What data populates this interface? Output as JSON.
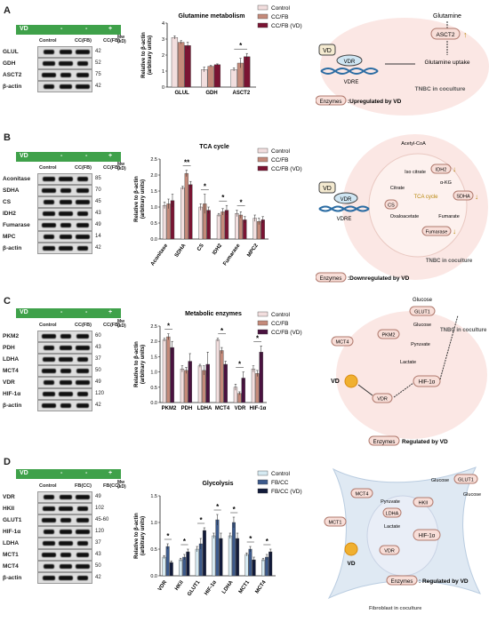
{
  "vd_label": "VD",
  "signs": [
    "-",
    "-",
    "+"
  ],
  "mw_label": "Mw (kD)",
  "panels": [
    {
      "letter": "A",
      "lanes": [
        "Control",
        "CC(FB)",
        "CC(FB)"
      ],
      "blots": [
        {
          "name": "GLUL",
          "kd": "42"
        },
        {
          "name": "GDH",
          "kd": "52"
        },
        {
          "name": "ASCT2",
          "kd": "75"
        },
        {
          "name": "β-actin",
          "kd": "42"
        }
      ],
      "schematic": {
        "top": "Glutamine",
        "transporter": "ASCT2",
        "vd": "VD",
        "vdr": "VDR",
        "vdre": "VDRE",
        "uptake": "Glutamine uptake",
        "context": "TNBC in coculture",
        "legend_box": "Enzymes",
        "legend_text": ":Upregulated by VD"
      }
    },
    {
      "letter": "B",
      "lanes": [
        "Control",
        "CC(FB)",
        "CC(FB)"
      ],
      "blots": [
        {
          "name": "Aconitase",
          "kd": "85"
        },
        {
          "name": "SDHA",
          "kd": "70"
        },
        {
          "name": "CS",
          "kd": "45"
        },
        {
          "name": "IDH2",
          "kd": "43"
        },
        {
          "name": "Fumarase",
          "kd": "49"
        },
        {
          "name": "MPC",
          "kd": "14"
        },
        {
          "name": "β-actin",
          "kd": "42"
        }
      ],
      "schematic": {
        "vd": "VD",
        "vdr": "VDR",
        "vdre": "VDRE",
        "acetyl": "Acetyl-CoA",
        "iso": "Iso citrate",
        "idh2": "IDH2",
        "akg": "α-KG",
        "citrate": "Citrate",
        "tca": "TCA cycle",
        "sdha": "SDHA",
        "cs": "CS",
        "oaa": "Oxaloacetate",
        "fumarate": "Fumarate",
        "fumarase": "Fumarase",
        "context": "TNBC in coculture",
        "legend_box": "Enzymes",
        "legend_text": ":Downregulated by VD"
      }
    },
    {
      "letter": "C",
      "lanes": [
        "Control",
        "CC(FB)",
        "CC(FB)"
      ],
      "blots": [
        {
          "name": "PKM2",
          "kd": "60"
        },
        {
          "name": "PDH",
          "kd": "43"
        },
        {
          "name": "LDHA",
          "kd": "37"
        },
        {
          "name": "MCT4",
          "kd": "50"
        },
        {
          "name": "VDR",
          "kd": "49"
        },
        {
          "name": "HIF-1α",
          "kd": "120"
        },
        {
          "name": "β-actin",
          "kd": "42"
        }
      ],
      "schematic": {
        "glucose_top": "Glucose",
        "glut1": "GLUT1",
        "glucose": "Glucose",
        "pkm2": "PKM2",
        "mct4": "MCT4",
        "pyruvate": "Pyruvate",
        "lactate": "Lactate",
        "vd": "VD",
        "vdr": "VDR",
        "hif": "HIF-1α",
        "context": "TNBC in coculture",
        "legend_box": "Enzymes",
        "legend_text": "Regulated by VD"
      }
    },
    {
      "letter": "D",
      "lanes": [
        "Control",
        "FB(CC)",
        "FB(CC)"
      ],
      "blots": [
        {
          "name": "VDR",
          "kd": "49"
        },
        {
          "name": "HKII",
          "kd": "102"
        },
        {
          "name": "GLUT1",
          "kd": "45-60"
        },
        {
          "name": "HIF-1α",
          "kd": "120"
        },
        {
          "name": "LDHA",
          "kd": "37"
        },
        {
          "name": "MCT1",
          "kd": "43"
        },
        {
          "name": "MCT4",
          "kd": "50"
        },
        {
          "name": "β-actin",
          "kd": "42"
        }
      ],
      "schematic": {
        "mct4": "MCT4",
        "glucose1": "Glucose",
        "glut1": "GLUT1",
        "glucose2": "Glucose",
        "hkii": "HKII",
        "pyruvate": "Pyruvate",
        "ldha": "LDHA",
        "lactate": "Lactate",
        "mct1": "MCT1",
        "vd": "VD",
        "vdr": "VDR",
        "hif": "HIF-1α",
        "context": "Fibroblast in coculture",
        "legend_box": "Enzymes",
        "legend_text": ": Regulated by VD"
      }
    }
  ],
  "chart_data": [
    {
      "type": "bar",
      "title": "Glutamine metabolism",
      "ylabel": "Relative to β-actin (arbitrary units)",
      "categories": [
        "GLUL",
        "GDH",
        "ASCT2"
      ],
      "ylim": [
        0,
        4
      ],
      "yticks": [
        "0",
        "1",
        "2",
        "3",
        "4"
      ],
      "series": [
        {
          "name": "Control",
          "values": [
            3.1,
            1.1,
            1.1
          ]
        },
        {
          "name": "CC/FB",
          "values": [
            2.8,
            1.3,
            1.5
          ]
        },
        {
          "name": "CC/FB (VD)",
          "values": [
            2.6,
            1.4,
            1.9
          ]
        }
      ],
      "errors": [
        [
          0.1,
          0.15,
          0.1
        ],
        [
          0.1,
          0.05,
          0.3
        ],
        [
          0.2,
          0.05,
          0.2
        ]
      ],
      "significance": [
        {
          "category": "ASCT2",
          "label": "*"
        }
      ],
      "colors": [
        "#f2dede",
        "#c48a7a",
        "#7a1433"
      ],
      "legend_position": "top-right"
    },
    {
      "type": "bar",
      "title": "TCA cycle",
      "ylabel": "Relative to β-actin (arbitrary units)",
      "categories": [
        "Aconitase",
        "SDHA",
        "CS",
        "IDH2",
        "Fumarase",
        "MPC2"
      ],
      "ylim": [
        0,
        2.5
      ],
      "yticks": [
        "0.0",
        "0.5",
        "1.0",
        "1.5",
        "2.0",
        "2.5"
      ],
      "series": [
        {
          "name": "Control",
          "values": [
            1.05,
            1.6,
            1.0,
            0.75,
            0.8,
            0.65
          ]
        },
        {
          "name": "CC/FB",
          "values": [
            1.1,
            2.05,
            1.1,
            0.85,
            0.75,
            0.55
          ]
        },
        {
          "name": "CC/FB (VD)",
          "values": [
            1.2,
            1.7,
            0.9,
            0.9,
            0.6,
            0.6
          ]
        }
      ],
      "errors": [
        [
          0.1,
          0.05,
          0.1,
          0.05,
          0.1,
          0.1
        ],
        [
          0.15,
          0.1,
          0.3,
          0.1,
          0.1,
          0.1
        ],
        [
          0.2,
          0.1,
          0.1,
          0.15,
          0.1,
          0.1
        ]
      ],
      "significance": [
        {
          "category": "SDHA",
          "label": "**"
        },
        {
          "category": "CS",
          "label": "*"
        },
        {
          "category": "IDH2",
          "label": "*"
        },
        {
          "category": "Fumarase",
          "label": "*"
        }
      ],
      "colors": [
        "#f2dede",
        "#c48a7a",
        "#7a1433"
      ],
      "legend_position": "top-right"
    },
    {
      "type": "bar",
      "title": "Metabolic enzymes",
      "ylabel": "Relative to β-actin (arbitrary units)",
      "categories": [
        "PKM2",
        "PDH",
        "LDHA",
        "MCT4",
        "VDR",
        "HIF-1α"
      ],
      "ylim": [
        0,
        2.5
      ],
      "yticks": [
        "0.0",
        "0.5",
        "1.0",
        "1.5",
        "2.0",
        "2.5"
      ],
      "series": [
        {
          "name": "Control",
          "values": [
            2.05,
            1.1,
            1.2,
            2.05,
            0.5,
            1.1
          ]
        },
        {
          "name": "CC/FB",
          "values": [
            2.15,
            1.05,
            1.05,
            1.7,
            0.3,
            0.95
          ]
        },
        {
          "name": "CC/FB (VD)",
          "values": [
            1.8,
            1.35,
            1.25,
            1.25,
            0.8,
            1.65
          ]
        }
      ],
      "errors": [
        [
          0.05,
          0.1,
          0.05,
          0.05,
          0.1,
          0.1
        ],
        [
          0.1,
          0.1,
          0.15,
          0.1,
          0.05,
          0.1
        ],
        [
          0.2,
          0.25,
          0.4,
          0.1,
          0.2,
          0.2
        ]
      ],
      "significance": [
        {
          "category": "PKM2",
          "label": "*"
        },
        {
          "category": "MCT4",
          "label": "*"
        },
        {
          "category": "VDR",
          "label": "*"
        },
        {
          "category": "HIF-1α",
          "label": "*"
        }
      ],
      "colors": [
        "#f2dede",
        "#c48a7a",
        "#4a1240"
      ],
      "legend_position": "top-right"
    },
    {
      "type": "bar",
      "title": "Glycolysis",
      "ylabel": "Relative to β-actin (arbitrary units)",
      "categories": [
        "VDR",
        "HKII",
        "GLUT1",
        "HIF-1α",
        "LDHA",
        "MCT1",
        "MCT4"
      ],
      "ylim": [
        0,
        1.5
      ],
      "yticks": [
        "0.0",
        "0.5",
        "1.0",
        "1.5"
      ],
      "series": [
        {
          "name": "Control",
          "values": [
            0.35,
            0.3,
            0.5,
            0.75,
            0.75,
            0.4,
            0.3
          ]
        },
        {
          "name": "FB/CC",
          "values": [
            0.55,
            0.35,
            0.6,
            1.05,
            1.0,
            0.5,
            0.35
          ]
        },
        {
          "name": "FB/CC (VD)",
          "values": [
            0.25,
            0.45,
            0.85,
            0.7,
            0.7,
            0.3,
            0.45
          ]
        }
      ],
      "errors": [
        [
          0.03,
          0.03,
          0.05,
          0.05,
          0.05,
          0.03,
          0.03
        ],
        [
          0.05,
          0.05,
          0.1,
          0.1,
          0.1,
          0.05,
          0.05
        ],
        [
          0.03,
          0.05,
          0.05,
          0.1,
          0.1,
          0.05,
          0.05
        ]
      ],
      "significance": [
        {
          "category": "VDR",
          "label": "*"
        },
        {
          "category": "HKII",
          "label": "*"
        },
        {
          "category": "GLUT1",
          "label": "*"
        },
        {
          "category": "HIF-1α",
          "label": "*"
        },
        {
          "category": "LDHA",
          "label": "*"
        },
        {
          "category": "MCT1",
          "label": "*"
        },
        {
          "category": "MCT4",
          "label": "*"
        }
      ],
      "colors": [
        "#d6eaf2",
        "#3c5a8c",
        "#111a3a"
      ],
      "legend_position": "top-right"
    }
  ]
}
